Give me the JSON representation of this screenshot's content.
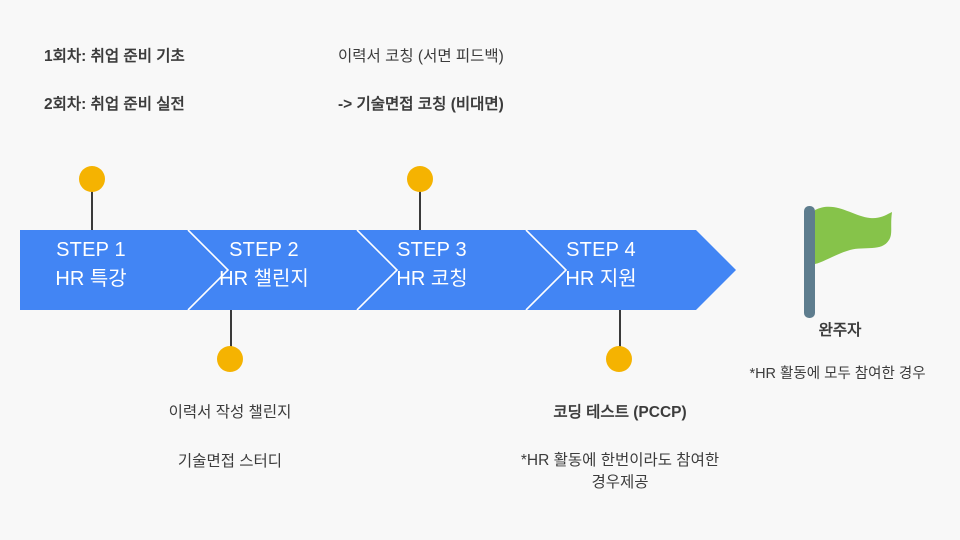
{
  "theme": {
    "background": "#F8F8F8",
    "arrow_blue": "#4285F4",
    "dot_amber": "#F5B301",
    "flag_green": "#86C34A",
    "pole_slate": "#5E7D8E",
    "text_dark": "#3C3C3C",
    "step_text": "#FFFFFF",
    "separator_white": "#FFFFFF"
  },
  "header_notes": [
    {
      "id": "session-1",
      "text": "1회차: 취업 준비 기초",
      "bold": true
    },
    {
      "id": "session-2",
      "text": "2회차: 취업 준비 실전",
      "bold": true
    },
    {
      "id": "resume-coaching",
      "text": "이력서 코칭 (서면 피드백)",
      "bold": false
    },
    {
      "id": "tech-interview-coaching",
      "text": "-> 기술면접 코칭 (비대면)",
      "bold": true
    }
  ],
  "steps": [
    {
      "id": "step-1",
      "title": "STEP 1",
      "subtitle": "HR 특강",
      "marker": "above"
    },
    {
      "id": "step-2",
      "title": "STEP 2",
      "subtitle": "HR 챌린지",
      "marker": "below"
    },
    {
      "id": "step-3",
      "title": "STEP 3",
      "subtitle": "HR 코칭",
      "marker": "above"
    },
    {
      "id": "step-4",
      "title": "STEP 4",
      "subtitle": "HR 지원",
      "marker": "below"
    }
  ],
  "captions": {
    "step2_line1": "이력서 작성 챌린지",
    "step2_line2": "기술면접 스터디",
    "step4_line1": "코딩 테스트 (PCCP)",
    "step4_line2": "*HR 활동에 한번이라도 참여한 경우제공"
  },
  "finisher": {
    "icon": "green-flag-icon",
    "label": "완주자",
    "note": "*HR 활동에 모두 참여한 경우"
  }
}
